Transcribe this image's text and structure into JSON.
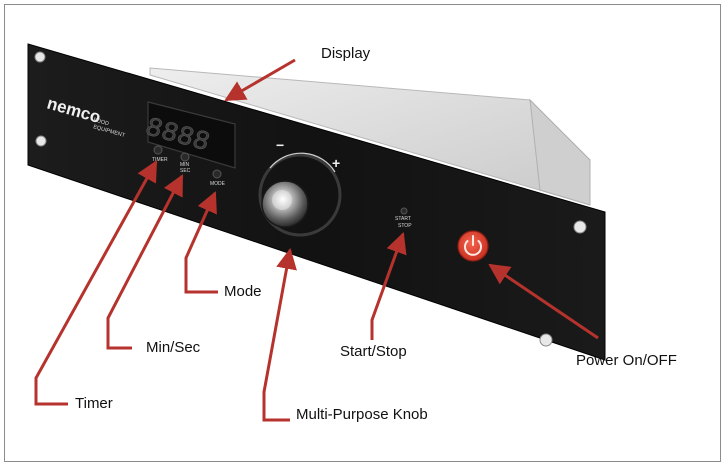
{
  "brand": {
    "name": "nemco",
    "sub_line1": "FOOD",
    "sub_line2": "EQUIPMENT"
  },
  "display": {
    "digits": "8888"
  },
  "panel_buttons": {
    "timer": "TIMER",
    "min_sec_line1": "MIN",
    "min_sec_line2": "SEC",
    "mode": "MODE",
    "start_stop_line1": "START",
    "start_stop_line2": "STOP"
  },
  "knob": {
    "minus": "−",
    "plus": "+"
  },
  "callouts": {
    "display": "Display",
    "mode": "Mode",
    "min_sec": "Min/Sec",
    "timer": "Timer",
    "start_stop": "Start/Stop",
    "knob": "Multi-Purpose Knob",
    "power": "Power On/OFF"
  },
  "colors": {
    "panel": "#151515",
    "housing": "#d9d9d9",
    "arrow": "#b5332c",
    "power_button": "#e2402f"
  },
  "icons": {
    "power": "power-icon"
  }
}
